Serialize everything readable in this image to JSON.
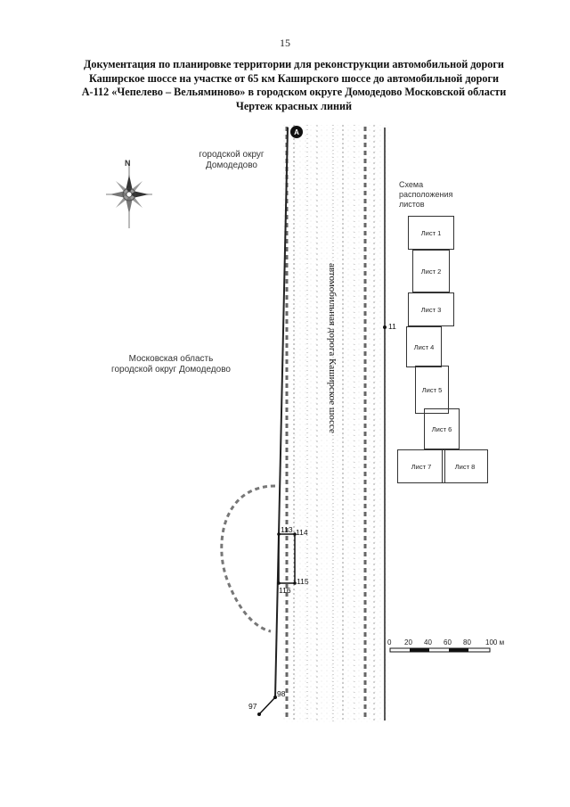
{
  "page_number": "15",
  "header": {
    "line1": "Документация по планировке территории для реконструкции автомобильной дороги",
    "line2": "Каширское шоссе на участке от 65 км Каширского шоссе до автомобильной дороги",
    "line3": "А-112 «Чепелево – Вельяминово» в городском округе Домодедово Московской области",
    "line4": "Чертеж красных линий"
  },
  "compass": {
    "north_label": "N",
    "icon": "compass-rose-icon"
  },
  "labels": {
    "district_top_line1": "городской округ",
    "district_top_line2": "Домодедово",
    "region_left_line1": "Московская область",
    "region_left_line2": "городской округ Домодедово",
    "road_name": "автомобильная дорога Каширское шоссе",
    "marker_a": "A"
  },
  "points": {
    "p11": "11",
    "p113": "113",
    "p114": "114",
    "p115": "115",
    "p116": "116",
    "p97": "97",
    "p98": "98"
  },
  "sheet_scheme": {
    "title_line1": "Схема",
    "title_line2": "расположения",
    "title_line3": "листов",
    "sheets": [
      "Лист 1",
      "Лист 2",
      "Лист 3",
      "Лист 4",
      "Лист 5",
      "Лист 6",
      "Лист 7",
      "Лист 8"
    ]
  },
  "scale_bar": {
    "ticks": [
      "0",
      "20",
      "40",
      "60",
      "80",
      "100 м"
    ]
  }
}
